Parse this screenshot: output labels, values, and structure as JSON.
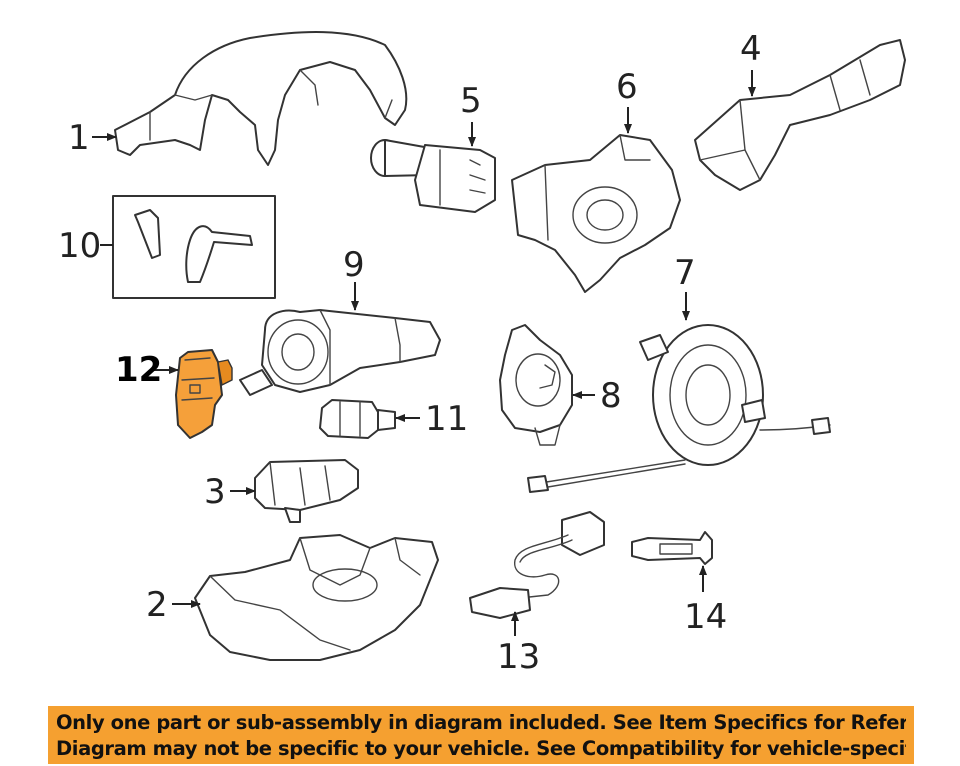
{
  "callouts": {
    "c1": "1",
    "c2": "2",
    "c3": "3",
    "c4": "4",
    "c5": "5",
    "c6": "6",
    "c7": "7",
    "c8": "8",
    "c9": "9",
    "c10": "10",
    "c11": "11",
    "c12": "12",
    "c13": "13",
    "c14": "14"
  },
  "highlighted_part": "12",
  "colors": {
    "highlight": "#f5a03a",
    "notice_background": "#f5a030"
  },
  "notice": {
    "line1": "Only one part or sub-assembly in diagram included. See Item Specifics for Reference #.",
    "line2": "Diagram may not be specific to your vehicle. See Compatibility for vehicle-specific diagrams."
  }
}
